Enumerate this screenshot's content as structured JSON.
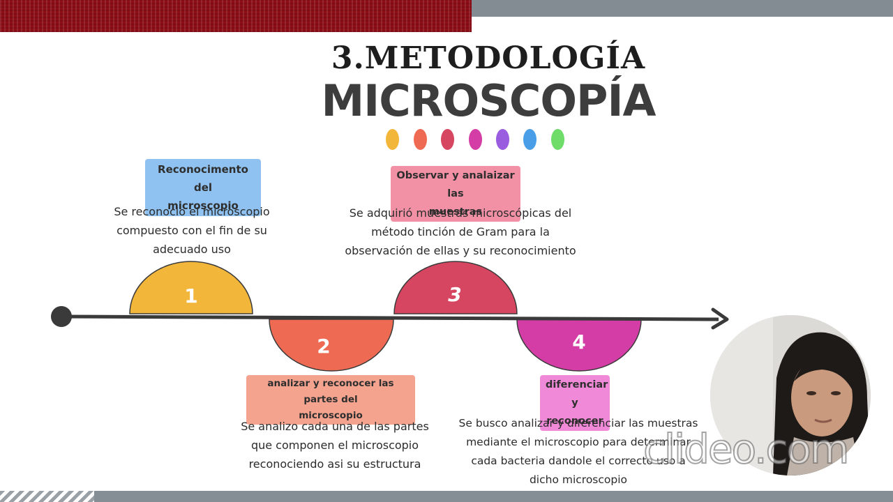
{
  "slide": {
    "title": "3.METODOLOGÍA",
    "subtitle": "MICROSCOPÍA"
  },
  "dots": [
    "#f2b63b",
    "#ee6a52",
    "#d64660",
    "#d43da6",
    "#9a5de0",
    "#4a9ee8",
    "#6fdc6a"
  ],
  "steps": [
    {
      "number": "1",
      "label": "Reconocimento del microscopio",
      "label_lines": [
        "Reconocimento del",
        "microscopio"
      ],
      "description_lines": [
        "Se  reconocio el microscopio",
        "compuesto con el fin de su",
        "adecuado uso"
      ],
      "color": "#f2b63b",
      "label_color": "#8fc2f0"
    },
    {
      "number": "2",
      "label_lines": [
        "analizar y reconocer las partes del",
        "microscopio"
      ],
      "description_lines": [
        "Se analizo cada una de las partes",
        "que componen el microscopio",
        "reconociendo asi su estructura"
      ],
      "color": "#ee6a52",
      "label_color": "#f4a38f"
    },
    {
      "number": "3",
      "label_lines": [
        "Observar y analaizar las",
        "muestras"
      ],
      "description_lines": [
        "Se adquirió muestras microscópicas del",
        "método  tinción de Gram para la",
        "observación de ellas y su reconocimiento"
      ],
      "color": "#d64660",
      "label_color": "#f291a6"
    },
    {
      "number": "4",
      "label_lines": [
        "diferenciar y",
        "reconocer"
      ],
      "description_lines": [
        "Se busco analizar y diferenciar las muestras",
        "mediante el microscopio para determinar",
        "cada bacteria dandole el correcto uso a",
        "dicho microscopio"
      ],
      "color": "#d43da6",
      "label_color": "#f08ad8"
    }
  ],
  "watermark": "clideo.com"
}
